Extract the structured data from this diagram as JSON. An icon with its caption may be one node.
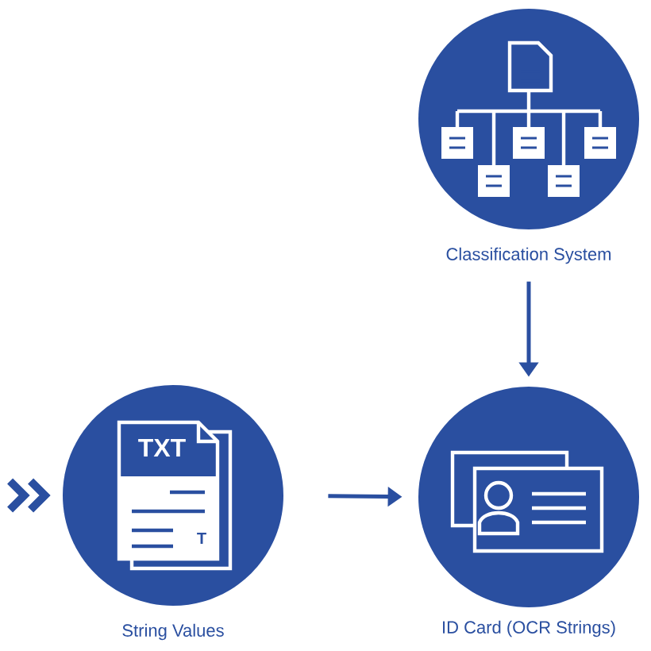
{
  "diagram": {
    "nodes": [
      {
        "text": [
          "TXT",
          "T",
          "String Values"
        ]
      },
      {
        "text": [
          "Classification System"
        ]
      },
      {
        "text": [
          "ID Card (OCR Strings)"
        ]
      }
    ],
    "edges": [
      {
        "from": null,
        "to": 0,
        "arrow": "to",
        "style": "thick"
      },
      {
        "from": 0,
        "to": 2,
        "arrow": "to"
      },
      {
        "from": 1,
        "to": 2,
        "arrow": "to"
      }
    ]
  }
}
